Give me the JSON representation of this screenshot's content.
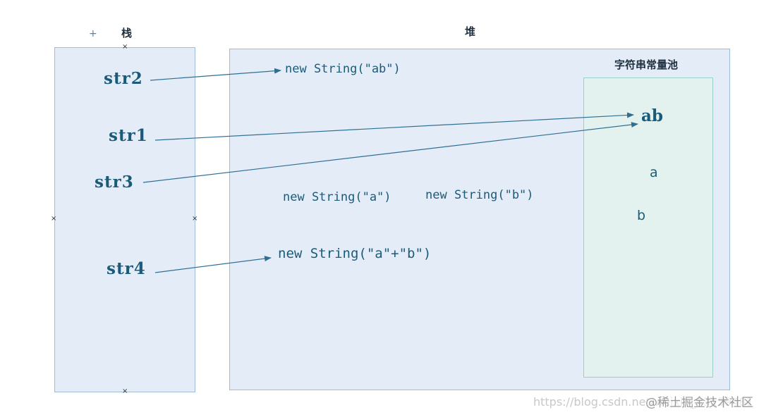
{
  "stack": {
    "title": "栈",
    "vars": [
      "str2",
      "str1",
      "str3",
      "str4"
    ]
  },
  "heap": {
    "title": "堆",
    "objects": {
      "ab": "new String(\"ab\")",
      "a": "new String(\"a\")",
      "b": "new String(\"b\")",
      "concat": "new String(\"a\"+\"b\")"
    }
  },
  "pool": {
    "title": "字符串常量池",
    "items": [
      "ab",
      "a",
      "b"
    ]
  },
  "watermark": {
    "url": "https://blog.csdn.net/weixin_43159481",
    "brand": "@稀土掘金技术社区"
  },
  "colors": {
    "panel": "#e4edf7",
    "pool": "#e3f2ee",
    "text": "#1b5b7a",
    "arrow": "#2f6f94"
  }
}
